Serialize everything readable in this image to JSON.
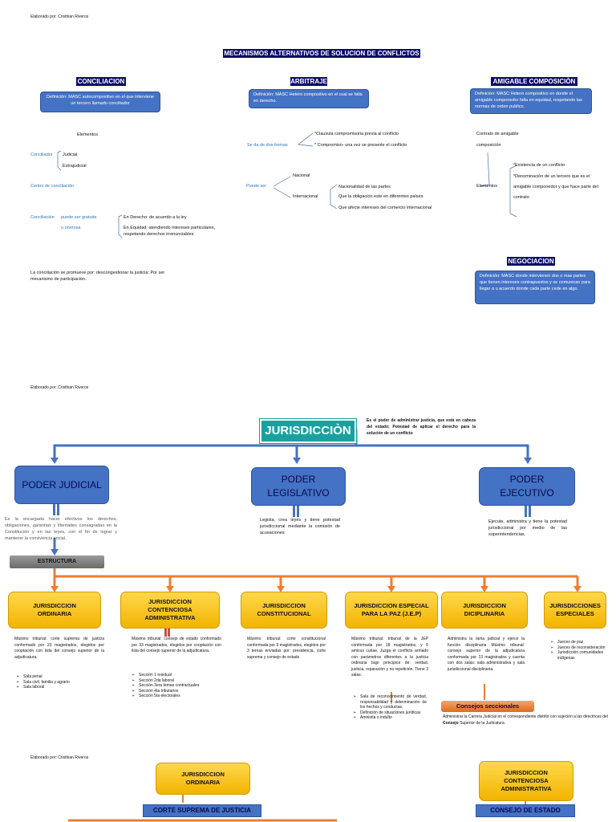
{
  "author": "Elaborado por: Cristhian Riveros",
  "page1": {
    "title": "MECANISMOS ALTERNATIVOS DE SOLUCION DE CONFLICTOS",
    "conciliacion": {
      "header": "CONCILIACION",
      "definition": "Definición: MASC autocompositivo en el que interviene un tercero llamado conciliador",
      "elementos": "Elementos",
      "conciliador": "Conciliador",
      "judicial": "Judicial",
      "extrajudicial": "Extrajudicial",
      "centro": "Centro de conciliación",
      "gratuita_a": "Conciliación",
      "gratuita_b": "puede ser gratuita",
      "onerosa": "u onerosa",
      "derecho": "En Derecho: de acuerdo a la ley",
      "equidad": "En Equidad: atendiendo intereses particulares, respetando derechos irrenunciables",
      "footer": "La conciliación se promueve por: descongestionar la justicia; Por ser mecanismo de participación."
    },
    "arbitraje": {
      "header": "ARBITRAJE",
      "definition": "Definición: MASC Hetero compositivo en el cual se falla en derecho.",
      "formas": "Se da de dos formas",
      "clausula": "*Clausula compromisoria previa al conflicto",
      "compromiso": "* Compromiso- una vez se presente el conflicto",
      "puede_ser": "Puede ser",
      "nacional": "Nacional",
      "internacional": "Internacional",
      "int1": "Nacionalidad de las partes",
      "int2": "Que la obligación este en diferentes países",
      "int3": "Que afecte intereses del comercio internacional"
    },
    "amigable": {
      "header": "AMIGABLE COMPOSICIÒN",
      "definition": "Definición: MASC Hetero compositivo en donde el amigable componedor falla en equidad, respetando las normas de orden publico.",
      "contrato1": "Contrato de amigable",
      "contrato2": "composición",
      "elementos": "Elementos",
      "e1": "*Existencia de un conflicto",
      "e2": "*Denominación de un tercero que es el amigable componedor y que hace parte del contrato"
    },
    "negociacion": {
      "header": "NEGOCIACION",
      "definition": "Definición: MASC donde intervienen dos o mas partes que tienen intereses contrapuestos y se comunican para llegar a u acuerdo donde cada parte cede en algo."
    }
  },
  "page2": {
    "title": "JURISDICCIÒN",
    "definition": "Es el poder de administrar justicia, que está en cabeza del estado; Potestad de aplicar el derecho para la solución de un conflicto",
    "poder_judicial": "PODER JUDICIAL",
    "poder_legislativo": "PODER LEGISLATIVO",
    "poder_ejecutivo": "PODER EJECUTIVO",
    "judicial_desc": "Es la encargada hacer efectivos los derechos, obligaciones, garantías y libertades consagradas en la Constitución y en las leyes, con el fin de lograr y mantener la convivencia social.",
    "legislativo_desc": "Legisla, crea leyes y tiene potestad jurisdiccional mediante la comisión de acusaciones",
    "ejecutivo_desc": "Ejecuta, administra y tiene la potestad jurisdiccional por medio de las superintendencias.",
    "estructura": "ESTRUCTURA",
    "jurisdicciones": [
      {
        "name": "JURISDICCION ORDINARIA",
        "desc": "Máximo tribunal: corte suprema de justicia conformado por 23 magistrados, elegidos por cooptación con lista del consejo superior de la adjudicatura.",
        "items": [
          "Sala penal",
          "Sala civil, familia y agrario",
          "Sala laboral"
        ]
      },
      {
        "name": "JURISDICCION CONTENCIOSA ADMINISTRATIVA",
        "desc": "Máximo tribunal: consejo de estado conformado por 33 magistrados, elegidos por cooptación con lista del consejo superior de la adjudicatura.",
        "items": [
          "Sección 1 residual",
          "Sección 2da laboral",
          "Sección 3era temas contractuales",
          "Sección 4ta tributarios",
          "Sección 5ta electorales"
        ]
      },
      {
        "name": "JURISDICCION CONSTITUCIONAL",
        "desc": "Máximo tribunal: corte constitucional conformada por 9 magistrados, elegidos por 3 ternas enviadas por: presidencia, corte suprema y consejo de estado",
        "items": []
      },
      {
        "name": "JURISDICCION ESPECIAL PARA LA PAZ (J.E.P)",
        "desc": "Máximo tribunal: tribunal de la JEP conformada por 18 magistrados, y 6 amicus curiae. Juzga el conflicto armado con parámetros diferentes a la justicia ordinaria bajo principios de: verdad, justicia, reparación y no repetición. Tiene 3 salas:",
        "items": [
          "Sala de reconocimiento de verdad, responsabilidad y determinación de los hechos y conductas.",
          "Definición de situaciones jurídicas",
          "Amnistía o indulto"
        ]
      },
      {
        "name": "JURISDICCION DICIPLINARIA",
        "desc": "Administra la rama judicial y ejerce la función disciplinaria Máximo tribunal: consejo superior de la adjudicatura conformada por 13 magistrados y cuenta con dos salas: sala administrativa y sala jurisdiccional disciplinaria.",
        "items": []
      },
      {
        "name": "JURISDICCIONES ESPECIALES",
        "desc": "",
        "items": [
          "Jueces de paz",
          "Jueces de reconsideración",
          "Jurisdicción comunidades indígenas"
        ]
      }
    ],
    "consejos": "Consejos seccionales",
    "consejos_desc_a": "Administrar la Carrera Judicial en el correspondiente distrito con sujeción a las directrices del ",
    "consejos_desc_b": "Consejo",
    "consejos_desc_c": " Superior de la Judicatura."
  },
  "page3": {
    "ordinaria": "JURISDICCION ORDINARIA",
    "corte": "CORTE SUPREMA DE JUSTICIA",
    "contenciosa": "JURISDICCION CONTENCIOSA ADMINISTRATIVA",
    "consejo": "CONSEJO DE ESTADO"
  },
  "colors": {
    "navy": "#0a0a6e",
    "blue": "#4472c4",
    "yellow": "#f2b400",
    "orange": "#ed7d31",
    "teal": "#17a2a0"
  }
}
